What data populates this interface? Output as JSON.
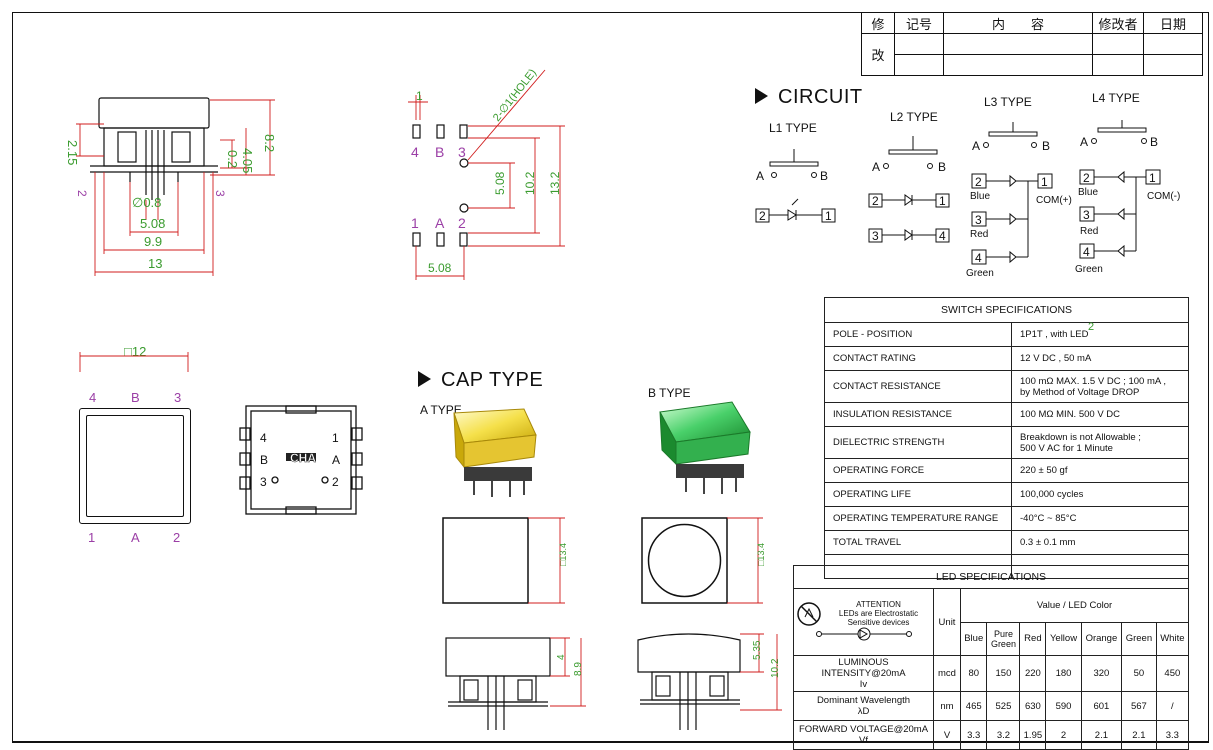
{
  "revision_block": {
    "row1": [
      "修",
      "记号",
      "内　　容",
      "修改者",
      "日期"
    ],
    "row2_label": "改"
  },
  "side_view_dims": {
    "d215": "2.15",
    "d82": "8.2",
    "d02": "0.2",
    "d405": "4.05",
    "d08": "∅0.8",
    "d508": "5.08",
    "d99": "9.9",
    "d13": "13",
    "pin_left": "2",
    "pin_right": "3"
  },
  "pin_layout": {
    "hole": "2-∅1(HOLE)",
    "pitch_top": "1",
    "top_pins": [
      "4",
      "B",
      "3"
    ],
    "bottom_pins": [
      "1",
      "A",
      "2"
    ],
    "d508v": "5.08",
    "d102": "10.2",
    "d132": "13.2",
    "d508h": "5.08"
  },
  "square_view": {
    "size": "□12",
    "top": [
      "4",
      "B",
      "3"
    ],
    "bottom": [
      "1",
      "A",
      "2"
    ]
  },
  "bottom_view": {
    "pins_left": [
      "4",
      "B",
      "3"
    ],
    "pins_right": [
      "1",
      "A",
      "2"
    ],
    "logo": "CHA"
  },
  "circuit": {
    "heading": "CIRCUIT",
    "types": [
      "L1 TYPE",
      "L2 TYPE",
      "L3 TYPE",
      "L4 TYPE"
    ],
    "a": "A",
    "b": "B",
    "l1_pins": [
      "2",
      "1"
    ],
    "l2_pins": [
      "2",
      "1",
      "3",
      "4"
    ],
    "l3_pins": [
      "2",
      "3",
      "4",
      "1"
    ],
    "l3_colors": [
      "Blue",
      "Red",
      "Green"
    ],
    "l3_com": "COM(+)",
    "l4_pins": [
      "2",
      "3",
      "4",
      "1"
    ],
    "l4_colors": [
      "Blue",
      "Red",
      "Green"
    ],
    "l4_com": "COM(-)"
  },
  "cap": {
    "heading": "CAP TYPE",
    "a_type": "A TYPE",
    "b_type": "B TYPE",
    "a_size": "□13.4",
    "b_size": "□13.4",
    "a_h1": "4",
    "a_h2": "8.9",
    "b_h1": "5.35",
    "b_h2": "10.2"
  },
  "switch_specs": {
    "title": "SWITCH  SPECIFICATIONS",
    "rows": [
      {
        "k": "POLE - POSITION",
        "v": "1P1T , with LED",
        "v2": ""
      },
      {
        "k": "CONTACT RATING",
        "v": "12 V DC , 50 mA",
        "v2": ""
      },
      {
        "k": "CONTACT RESISTANCE",
        "v": "100 mΩ MAX. 1.5 V DC ; 100 mA ,",
        "v2": "by Method of Voltage DROP"
      },
      {
        "k": "INSULATION RESISTANCE",
        "v": "100 MΩ MIN. 500 V DC",
        "v2": ""
      },
      {
        "k": "DIELECTRIC STRENGTH",
        "v": "Breakdown is not Allowable ;",
        "v2": "500 V AC for 1 Minute"
      },
      {
        "k": "OPERATING FORCE",
        "v": "220 ± 50 gf",
        "v2": ""
      },
      {
        "k": "OPERATING LIFE",
        "v": "100,000 cycles",
        "v2": ""
      },
      {
        "k": "OPERATING TEMPERATURE RANGE",
        "v": "-40°C ~ 85°C",
        "v2": ""
      },
      {
        "k": "TOTAL TRAVEL",
        "v": "0.3 ± 0.1 mm",
        "v2": ""
      }
    ],
    "annot": "2"
  },
  "led_specs": {
    "title": "LED SPECIFICATIONS",
    "attention": [
      "ATTENTION",
      "LEDs  are  Electrostatic",
      "Sensitive  devices"
    ],
    "unit": "Unit",
    "value_header": "Value / LED Color",
    "colors": [
      "Blue",
      "Pure Green",
      "Red",
      "Yellow",
      "Orange",
      "Green",
      "White"
    ],
    "rows": [
      {
        "name": "LUMINOUS INTENSITY@20mA",
        "sym": "Iv",
        "unit": "mcd",
        "vals": [
          "80",
          "150",
          "220",
          "180",
          "320",
          "50",
          "450"
        ]
      },
      {
        "name": "Dominant Wavelength",
        "sym": "λD",
        "unit": "nm",
        "vals": [
          "465",
          "525",
          "630",
          "590",
          "601",
          "567",
          "/"
        ]
      },
      {
        "name": "FORWARD VOLTAGE@20mA",
        "sym": "Vf",
        "unit": "V",
        "vals": [
          "3.3",
          "3.2",
          "1.95",
          "2",
          "2.1",
          "2.1",
          "3.3"
        ]
      }
    ]
  }
}
